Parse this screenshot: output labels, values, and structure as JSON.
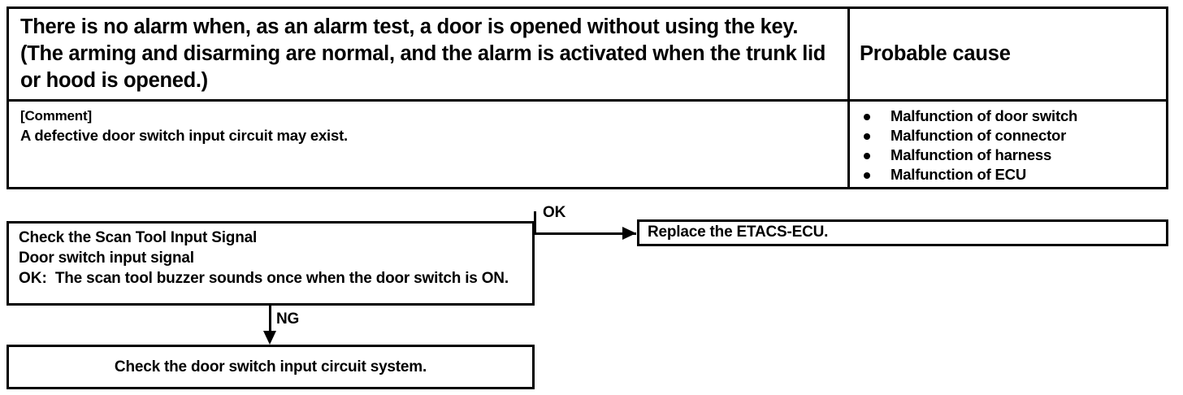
{
  "symptom_table": {
    "header": {
      "symptom": "There is no alarm when, as an alarm test, a door is opened without using the key. (The arming and disarming are normal, and the alarm is activated when the trunk lid or hood is opened.)",
      "probable_cause_title": "Probable cause"
    },
    "body": {
      "comment_label": "[Comment]",
      "comment_text": "A defective door switch input circuit may exist.",
      "causes": [
        "Malfunction of door switch",
        "Malfunction of connector",
        "Malfunction of harness",
        "Malfunction of ECU"
      ]
    }
  },
  "flowchart": {
    "step1": {
      "title": "Check the Scan Tool Input Signal",
      "subtitle": "Door switch input signal",
      "ok_tag": "OK:",
      "ok_text": "The scan tool buzzer sounds once when the door switch is ON."
    },
    "result_ok": {
      "text": "Replace the ETACS-ECU."
    },
    "result_ng": {
      "text": "Check the door switch input circuit system."
    },
    "edges": {
      "ok_label": "OK",
      "ng_label": "NG"
    }
  },
  "colors": {
    "ink": "#000000",
    "page": "#ffffff"
  }
}
